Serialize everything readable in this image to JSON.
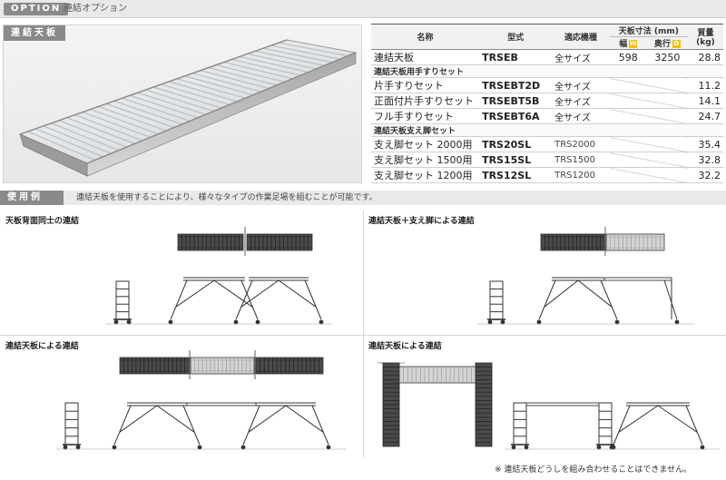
{
  "header": {
    "tag": "OPTION",
    "title": "連結オプション"
  },
  "photo": {
    "tag": "連結天板"
  },
  "table": {
    "headers": {
      "name": "名称",
      "model": "型式",
      "fit": "適応機種",
      "size": "天板寸法 (mm)",
      "mass": "質量",
      "mass_unit": "(kg)",
      "width": "幅",
      "width_badge": "W",
      "depth": "奥行",
      "depth_badge": "D"
    },
    "rows": [
      {
        "name": "連結天板",
        "model": "TRSEB",
        "fit": "全サイズ",
        "width": "598",
        "depth": "3250",
        "mass": "28.8"
      }
    ],
    "section1": "連結天板用手すりセット",
    "rows1": [
      {
        "name": "片手すりセット",
        "model": "TRSEBT2D",
        "fit": "全サイズ",
        "mass": "11.2"
      },
      {
        "name": "正面付片手すりセット",
        "model": "TRSEBT5B",
        "fit": "全サイズ",
        "mass": "14.1"
      },
      {
        "name": "フル手すりセット",
        "model": "TRSEBT6A",
        "fit": "全サイズ",
        "mass": "24.7"
      }
    ],
    "section2": "連結天板支え脚セット",
    "rows2": [
      {
        "name": "支え脚セット 2000用",
        "model": "TRS20SL",
        "fit": "TRS2000",
        "mass": "35.4"
      },
      {
        "name": "支え脚セット 1500用",
        "model": "TRS15SL",
        "fit": "TRS1500",
        "mass": "32.8"
      },
      {
        "name": "支え脚セット 1200用",
        "model": "TRS12SL",
        "fit": "TRS1200",
        "mass": "32.2"
      }
    ]
  },
  "usage": {
    "tag": "使用例",
    "text": "連結天板を使用することにより、様々なタイプの作業足場を組むことが可能です。"
  },
  "examples": [
    {
      "title": "天板背面同士の連結"
    },
    {
      "title": "連結天板＋支え脚による連結"
    },
    {
      "title": "連結天板による連結"
    },
    {
      "title": "連結天板による連結"
    }
  ],
  "note": "※ 連結天板どうしを組み合わせることはできません。",
  "colors": {
    "tag_bg": "#8a8a8a",
    "bar_bg": "#e9e9e9",
    "dark_tread": "#4a4a4a",
    "light_tread": "#d4d4d4",
    "badge": "#f2c200"
  }
}
